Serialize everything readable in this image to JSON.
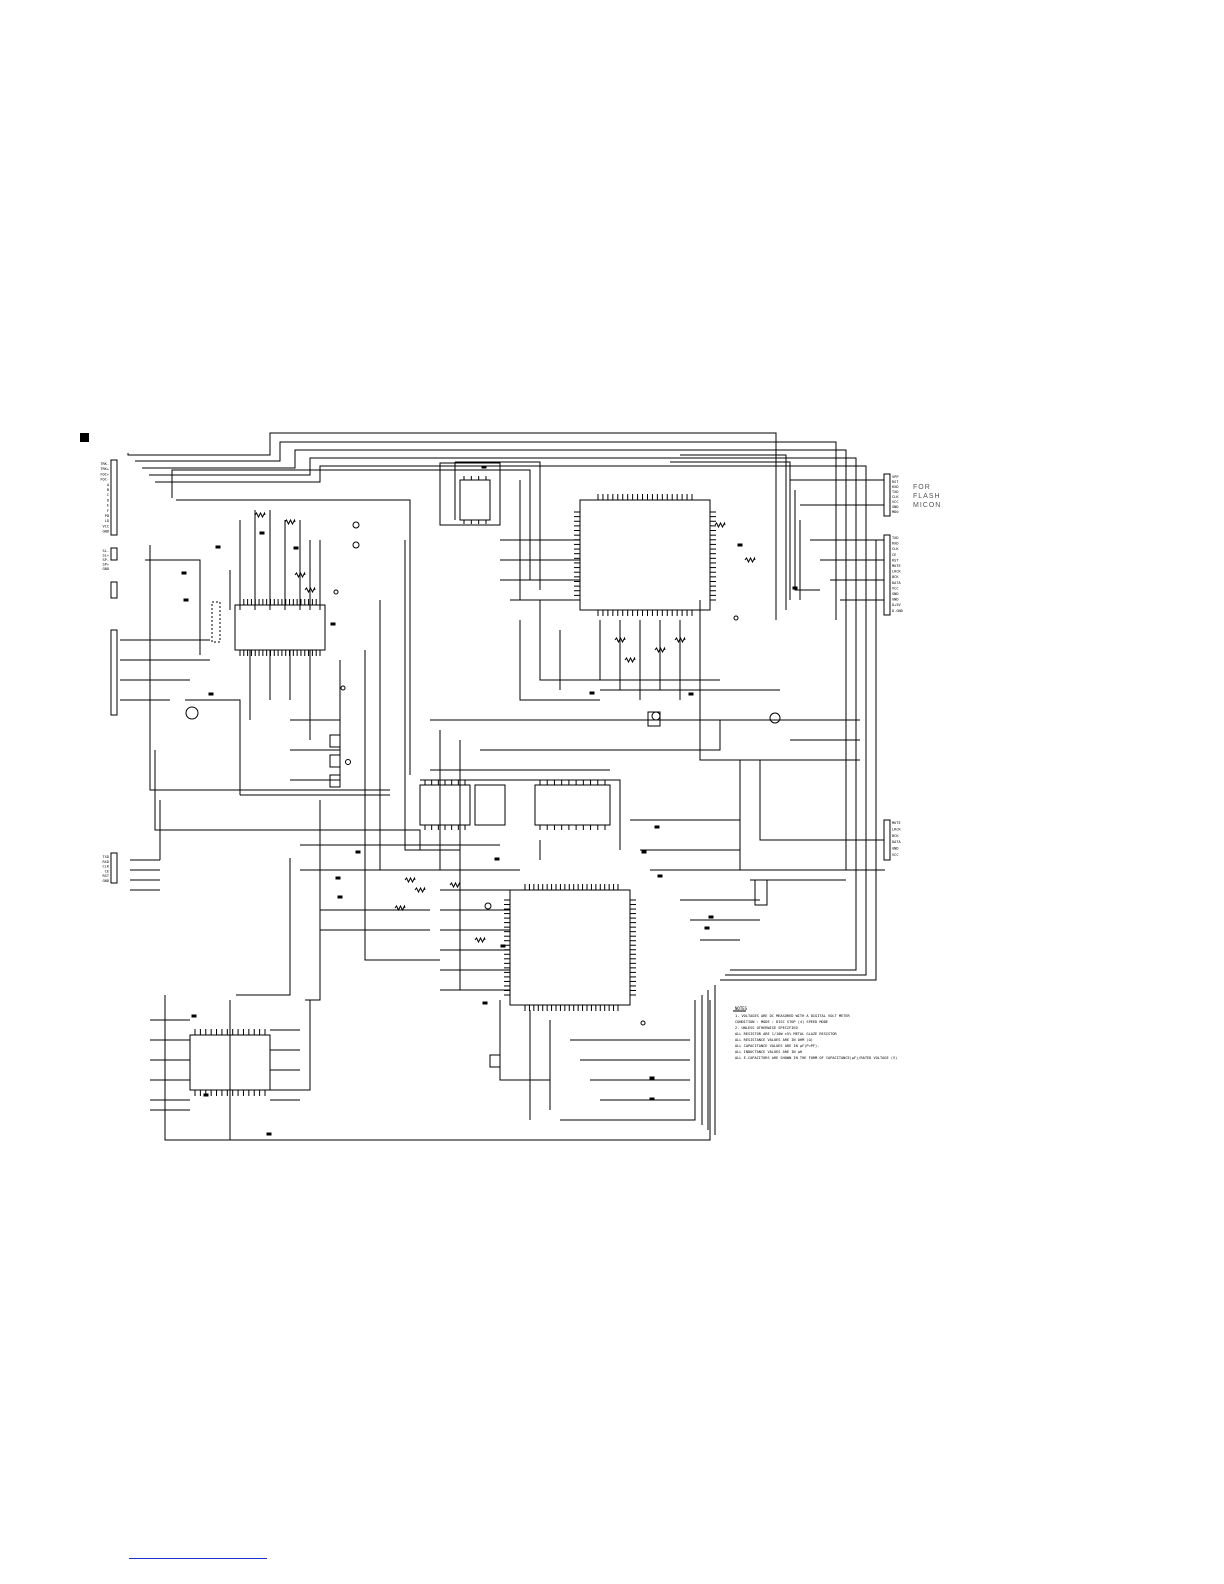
{
  "page": {
    "title": ""
  },
  "connector_left_top": {
    "pins": [
      "TRK-",
      "TRK+",
      "FOC+",
      "FOC-",
      "A",
      "B",
      "C",
      "D",
      "E",
      "F",
      "PD",
      "LD",
      "VCC",
      "GND"
    ]
  },
  "connector_left_mid": {
    "pins": [
      "SL-",
      "SL+",
      "SP-",
      "SP+",
      "GND"
    ]
  },
  "connector_left_low": {
    "pins": [
      "TXD",
      "RXD",
      "CLK",
      "CE",
      "RST",
      "GND"
    ]
  },
  "flash_label": {
    "line1": "FOR",
    "line2": "FLASH",
    "line3": "MICON"
  },
  "connector_right_top": {
    "pins": [
      "VPP",
      "RST",
      "RXD",
      "TXD",
      "CLK",
      "VCC",
      "GND",
      "MD0"
    ]
  },
  "connector_right_mid": {
    "pins": [
      "TXD",
      "RXD",
      "CLK",
      "CE",
      "RST",
      "MUTE",
      "LRCK",
      "BCK",
      "DATA",
      "VCC",
      "GND",
      "GND",
      "D+5V",
      "D.GND"
    ]
  },
  "connector_right_low": {
    "pins": [
      "MUTE",
      "LRCK",
      "BCK",
      "DATA",
      "GND",
      "VCC"
    ]
  },
  "notes": {
    "heading": "NOTES",
    "lines": [
      "1. VOLTAGES ARE DC MEASURED WITH A DIGITAL VOLT METER",
      "   CONDITION : MODE : DISC STOP (4) SPEED MODE",
      "2. UNLESS OTHERWISE SPECIFIED",
      "   ALL RESISTOR ARE 1/10W ±5% METAL GLAZE RESISTOR",
      "   ALL RESISTANCE VALUES ARE IN OHM (Ω)",
      "   ALL CAPACITANCE VALUES ARE IN µF(P=PF).",
      "   ALL INDUCTANCE VALUES ARE IN µH",
      "   ALL E-CAPACITORS ARE SHOWN IN THE FORM OF CAPACITANCE(µF)/RATED VOLTAGE (V)"
    ]
  },
  "colors": {
    "line": "#000000",
    "link": "#2233cc",
    "label_gray": "#555555"
  },
  "icons": {
    "frame_marker": "square-icon"
  }
}
